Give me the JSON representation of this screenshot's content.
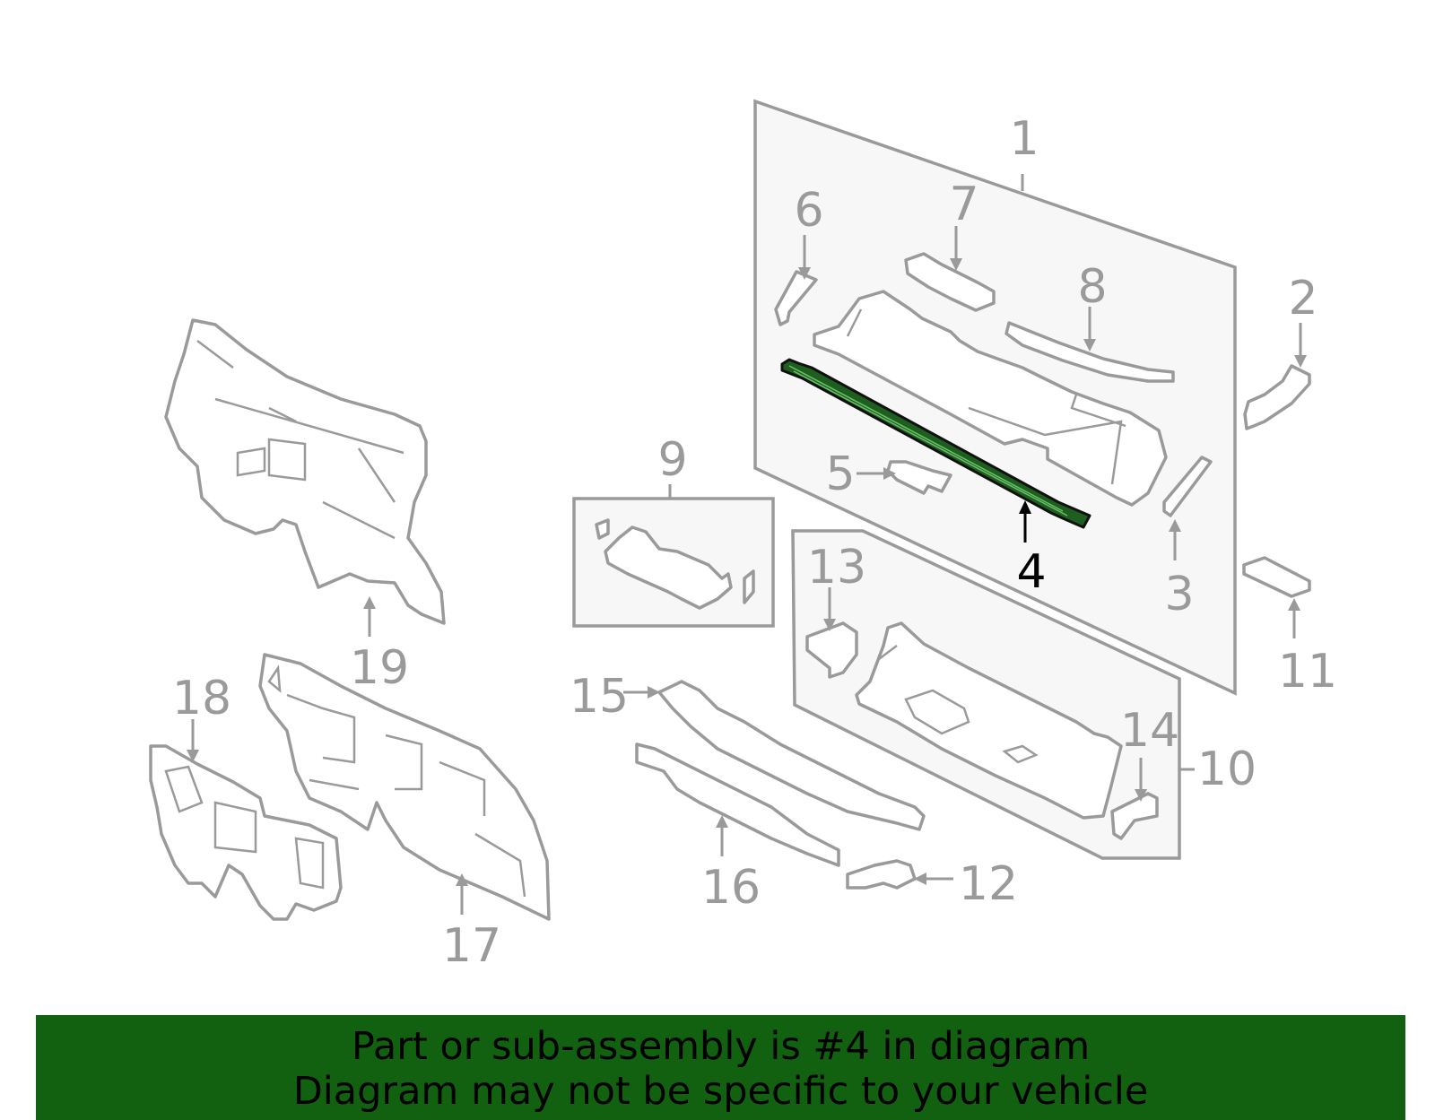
{
  "callouts": {
    "c1": "1",
    "c2": "2",
    "c3": "3",
    "c4": "4",
    "c5": "5",
    "c6": "6",
    "c7": "7",
    "c8": "8",
    "c9": "9",
    "c10": "10",
    "c11": "11",
    "c12": "12",
    "c13": "13",
    "c14": "14",
    "c15": "15",
    "c16": "16",
    "c17": "17",
    "c18": "18",
    "c19": "19"
  },
  "highlight_callout": "4",
  "colors": {
    "highlight": "#116111",
    "line": "#9a9a9a",
    "panel": "#f7f7f7"
  },
  "banner": {
    "line1": "Part or sub-assembly is #4 in diagram",
    "line2": "Diagram may not be specific to your vehicle"
  }
}
